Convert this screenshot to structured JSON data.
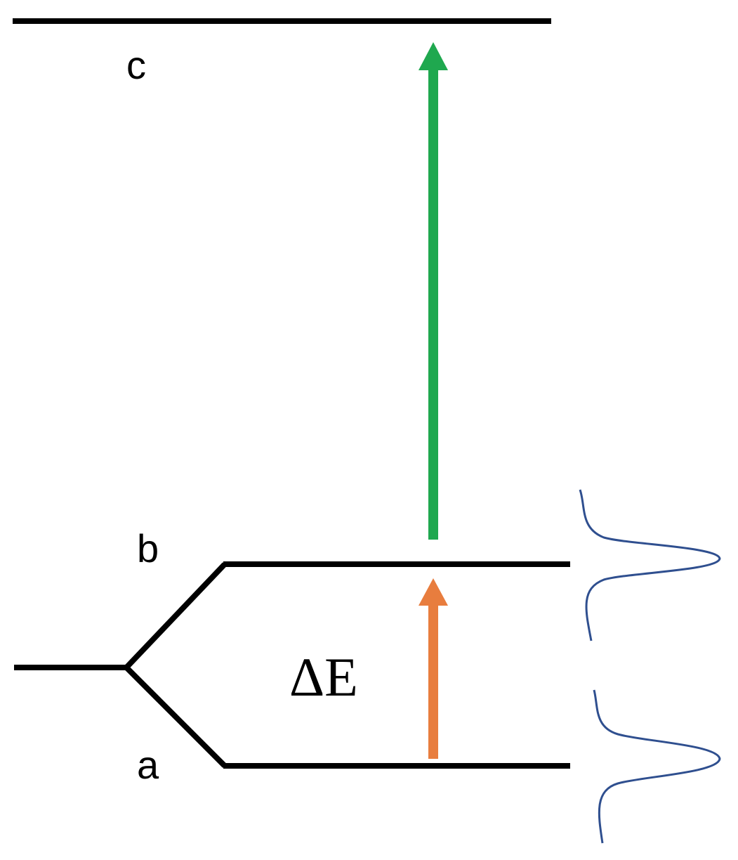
{
  "levels": {
    "a": {
      "label": "a"
    },
    "b": {
      "label": "b"
    },
    "c": {
      "label": "c"
    }
  },
  "energy_gap": {
    "label": "ΔE"
  },
  "colors": {
    "level_lines": "#000000",
    "transition_green": "#1fa84f",
    "transition_orange": "#e87d3e",
    "lineshape_blue": "#2f4f8f"
  }
}
